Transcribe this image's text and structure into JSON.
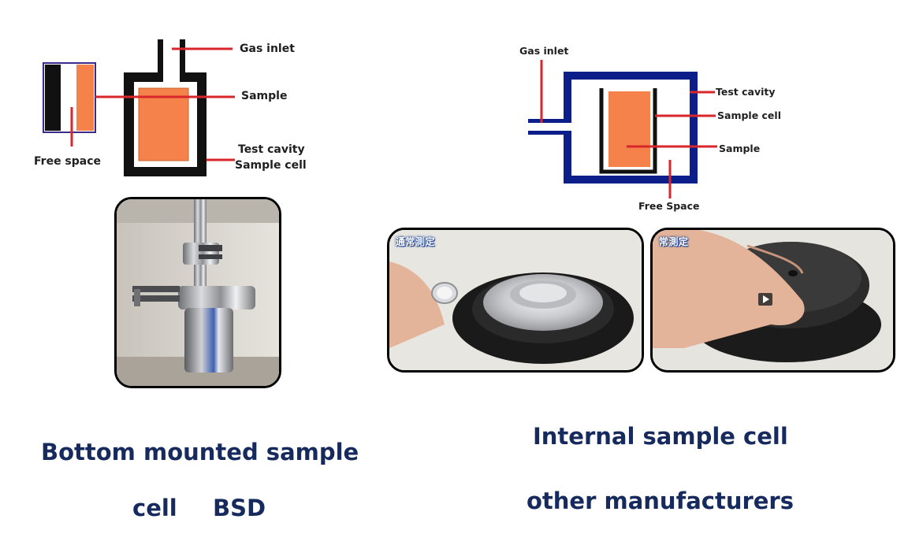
{
  "left_diagram": {
    "labels": {
      "gas_inlet": "Gas inlet",
      "sample": "Sample",
      "test_cavity": "Test cavity",
      "sample_cell": "Sample cell",
      "free_space": "Free space"
    },
    "colors": {
      "wall": "#111111",
      "sample": "#f5824a",
      "leader": "#d8262a",
      "free_space_border": "#3b2a8a"
    }
  },
  "right_diagram": {
    "labels": {
      "gas_inlet": "Gas inlet",
      "test_cavity": "Test cavity",
      "sample_cell": "Sample cell",
      "sample": "Sample",
      "free_space": "Free Space"
    },
    "colors": {
      "cavity": "#0c1e8a",
      "cell": "#111111",
      "sample": "#f5824a",
      "leader": "#d8262a"
    }
  },
  "photos": {
    "left_photo": {
      "icon": "bottom-mounted-cell-photo"
    },
    "middle_photo": {
      "tag": "通常測定",
      "icon": "hand-placing-cup-photo"
    },
    "right_photo": {
      "tag": "常測定",
      "icon": "hand-closing-lid-photo",
      "overlay_icon": "play-icon"
    }
  },
  "captions": {
    "left_line1": "Bottom mounted sample",
    "left_line2_a": "cell",
    "left_line2_b": "BSD",
    "right_line1": "Internal sample cell",
    "right_line2": "other manufacturers"
  },
  "colors": {
    "caption": "#172a5e"
  }
}
